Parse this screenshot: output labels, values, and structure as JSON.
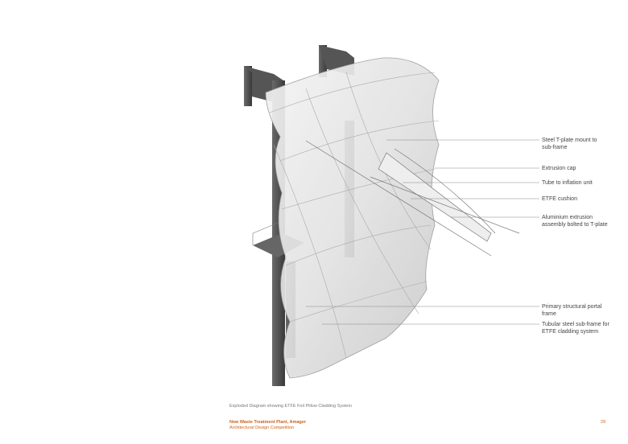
{
  "diagram": {
    "callouts": [
      {
        "line1": "Steel T-plate mount to",
        "line2": "sub-frame"
      },
      {
        "line1": "Extrusion cap",
        "line2": ""
      },
      {
        "line1": "Tube to inflation unit",
        "line2": ""
      },
      {
        "line1": "ETFE cushion",
        "line2": ""
      },
      {
        "line1": "Aluminium extrusion",
        "line2": "assembly bolted to T-plate"
      },
      {
        "line1": "Primary structural portal",
        "line2": "frame"
      },
      {
        "line1": "Tubular steel sub-frame for",
        "line2": "ETFE cladding system"
      }
    ]
  },
  "caption": "Exploded Diagram showing ETFE Foil Pillow Cladding System",
  "footer": {
    "title": "New Waste Treatment Plant, Amager",
    "subtitle": "Architectural Design Competition",
    "page_number": "29"
  },
  "colors": {
    "accent": "#c8641e",
    "steel": "#4a4a4a"
  }
}
